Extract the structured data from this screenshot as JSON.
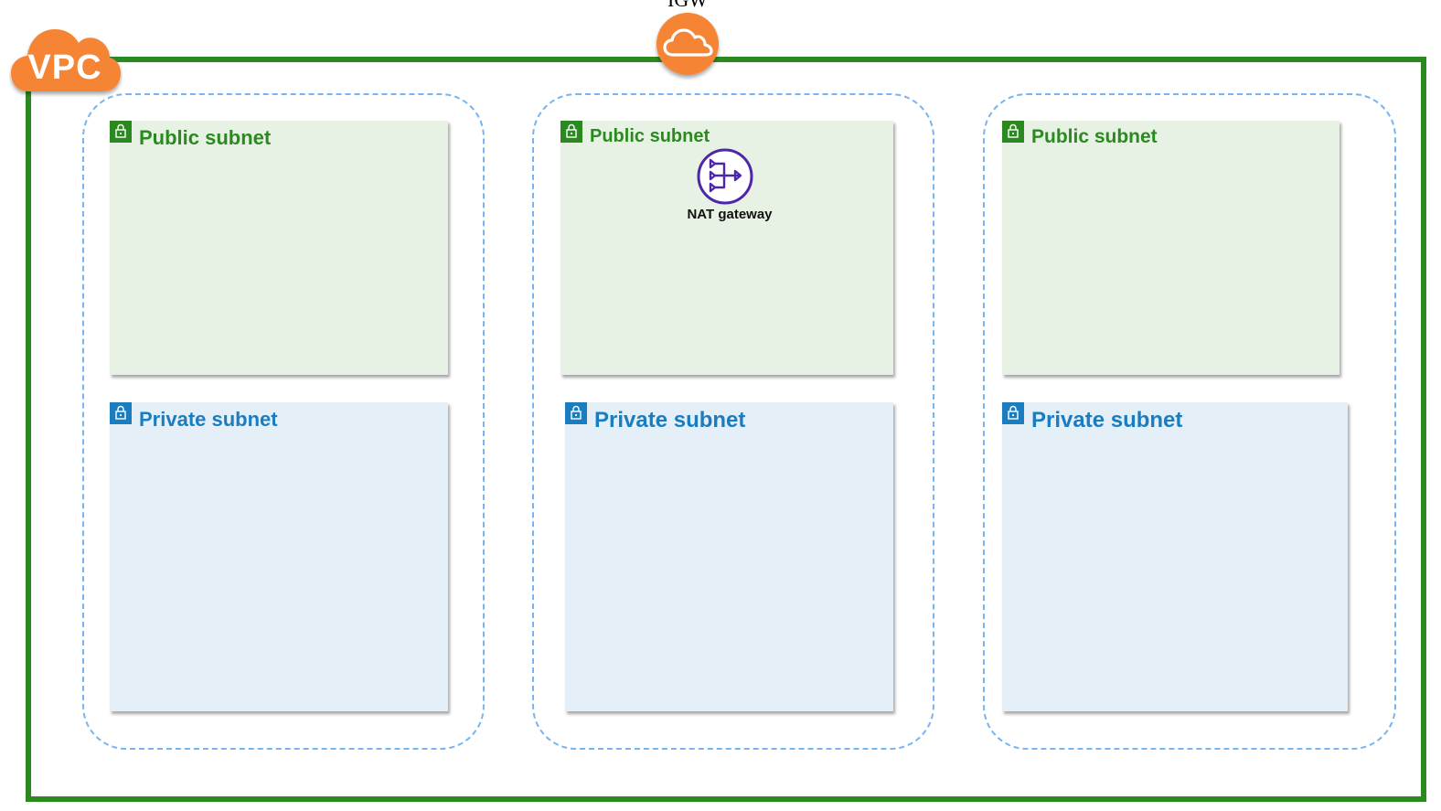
{
  "vpc": {
    "label": "VPC",
    "color": "#2a8a1f",
    "badge_color": "#f58536",
    "icon": "vpc-cloud-icon"
  },
  "igw": {
    "label": "IGW",
    "icon": "internet-gateway-cloud-icon",
    "color": "#f58536"
  },
  "availability_zones": [
    {
      "public_subnet": {
        "label": "Public subnet",
        "color": "#2a8a1f",
        "icon": "lock-icon"
      },
      "private_subnet": {
        "label": "Private subnet",
        "color": "#1a7dbf",
        "icon": "lock-icon"
      }
    },
    {
      "public_subnet": {
        "label": "Public subnet",
        "color": "#2a8a1f",
        "icon": "lock-icon"
      },
      "private_subnet": {
        "label": "Private subnet",
        "color": "#1a7dbf",
        "icon": "lock-icon"
      }
    },
    {
      "public_subnet": {
        "label": "Public subnet",
        "color": "#2a8a1f",
        "icon": "lock-icon"
      },
      "private_subnet": {
        "label": "Private subnet",
        "color": "#1a7dbf",
        "icon": "lock-icon"
      }
    }
  ],
  "nat_gateway": {
    "label": "NAT gateway",
    "icon": "nat-gateway-icon",
    "color": "#4d27aa"
  }
}
